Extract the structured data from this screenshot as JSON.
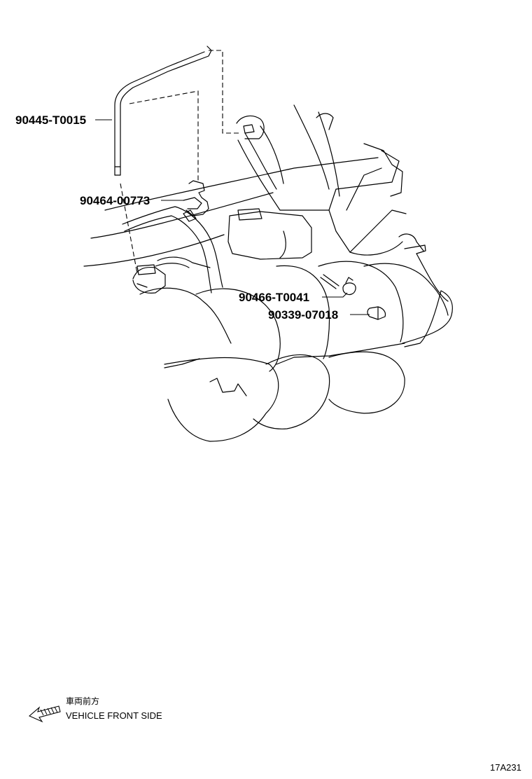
{
  "diagram": {
    "part_labels": [
      {
        "id": "hose",
        "part_number": "90445-T0015"
      },
      {
        "id": "clamp-upper",
        "part_number": "90464-00773"
      },
      {
        "id": "clamp-lower",
        "part_number": "90466-T0041"
      },
      {
        "id": "plug",
        "part_number": "90339-07018"
      }
    ],
    "orientation": {
      "japanese_label": "車両前方",
      "english_label": "VEHICLE FRONT SIDE",
      "arrow_icon": "left-arrow-icon"
    },
    "figure_code": "17A231"
  }
}
